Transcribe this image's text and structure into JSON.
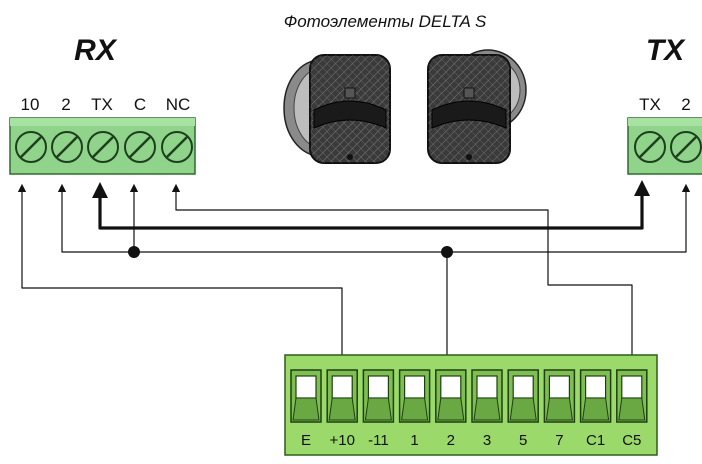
{
  "title": "Фотоэлементы DELTA S",
  "receiver": {
    "heading": "RX",
    "terminals": [
      "10",
      "2",
      "TX",
      "C",
      "NC"
    ]
  },
  "transmitter": {
    "heading": "TX",
    "terminals": [
      "TX",
      "2"
    ]
  },
  "control_board": {
    "terminals": [
      "E",
      "+10",
      "-11",
      "1",
      "2",
      "3",
      "5",
      "7",
      "C1",
      "C5"
    ]
  },
  "colors": {
    "terminal_green": "#8fd48a",
    "board_green": "#9bd96a",
    "wire": "#111111",
    "photocell_body": "#2b2b2b"
  }
}
